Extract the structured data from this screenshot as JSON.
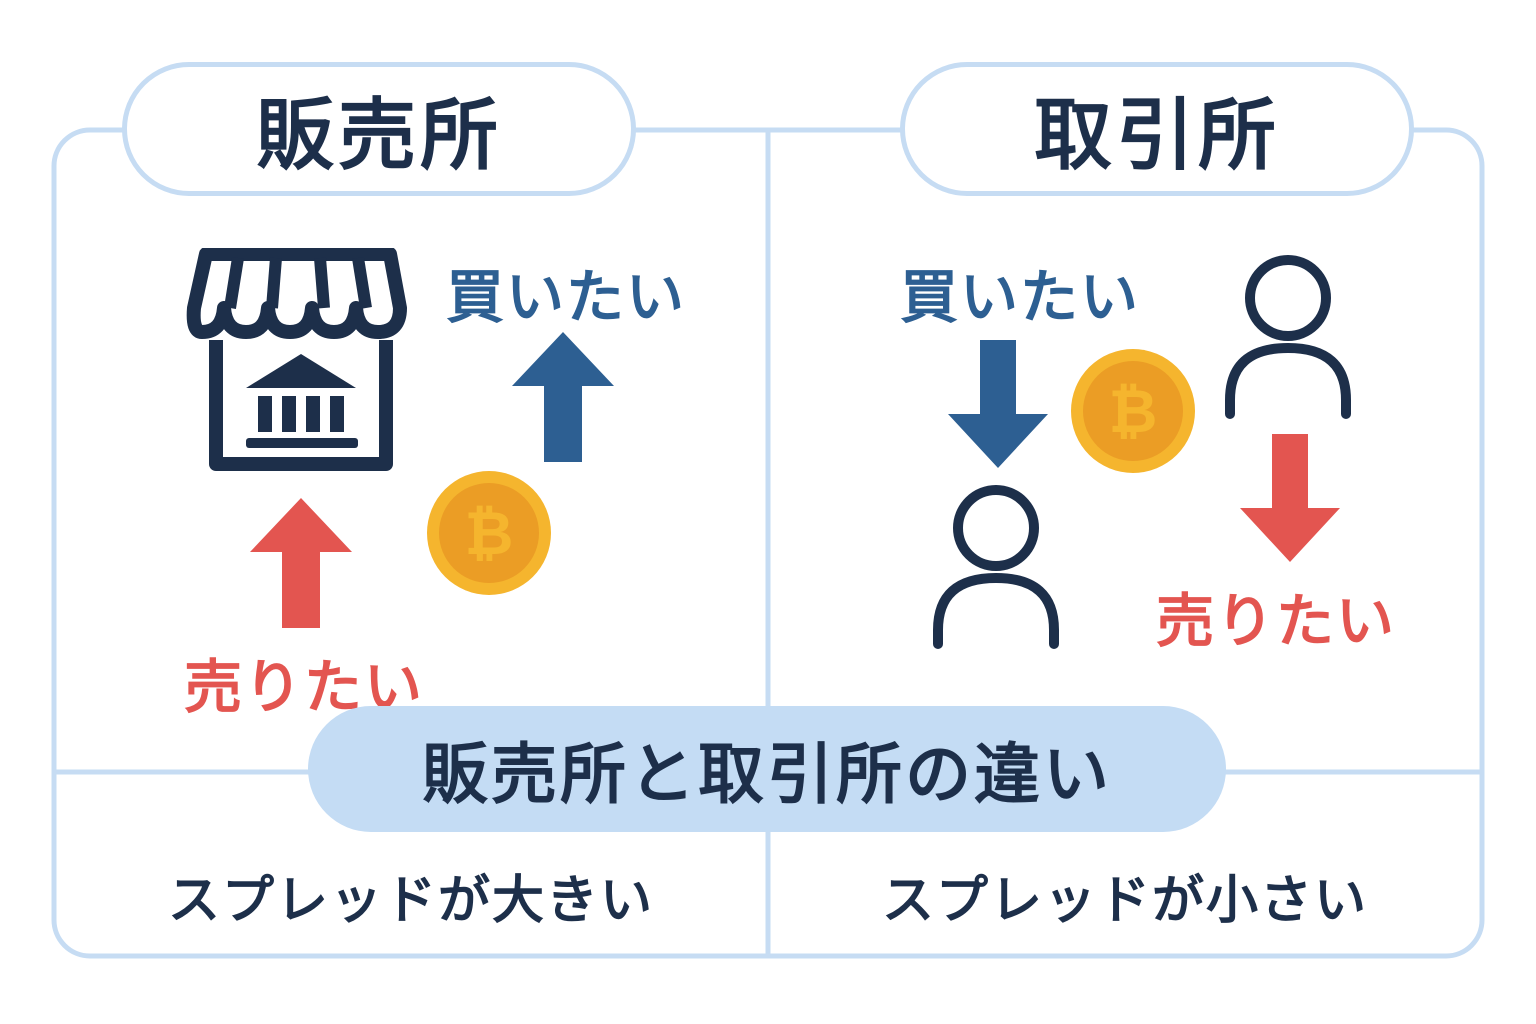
{
  "left_panel": {
    "title": "販売所",
    "buy_label": "買いたい",
    "sell_label": "売りたい",
    "bottom_text": "スプレッドが大きい"
  },
  "right_panel": {
    "title": "取引所",
    "buy_label": "買いたい",
    "sell_label": "売りたい",
    "bottom_text": "スプレッドが小さい"
  },
  "center_title": "販売所と取引所の違い",
  "icons": {
    "store": "store-icon",
    "bank": "bank-icon",
    "coin": "bitcoin-icon",
    "person": "person-icon",
    "arrow_up": "arrow-up-icon",
    "arrow_down": "arrow-down-icon"
  },
  "colors": {
    "frame": "#c6dcf3",
    "navy": "#1d2f4a",
    "buy_blue": "#2d5f92",
    "sell_red": "#e35550",
    "coin_gold": "#f5b52e",
    "coin_inner": "#eb9d25"
  }
}
